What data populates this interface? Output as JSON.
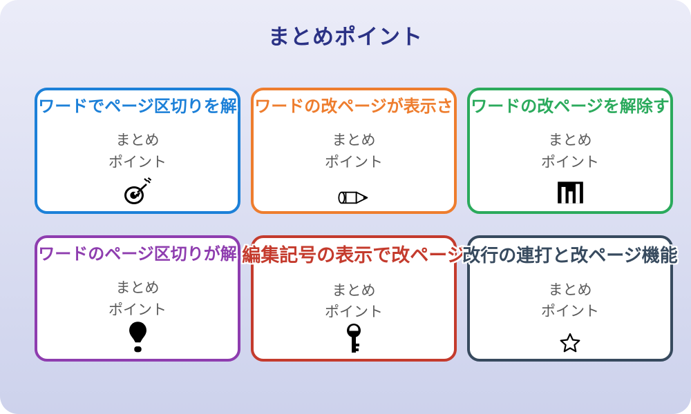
{
  "page": {
    "title": "まとめポイント",
    "title_color": "#2b3285",
    "background_top": "#ebecf8",
    "background_bottom": "#cdd2ec",
    "card_background": "#ffffff"
  },
  "card_subtitle": {
    "line1": "まとめ",
    "line2": "ポイント",
    "color": "#5a5a5a"
  },
  "cards": [
    {
      "title": "ワードでページ区切りを解",
      "icon": "dart-target-icon",
      "color": "#1c80d8"
    },
    {
      "title": "ワードの改ページが表示さ",
      "icon": "pencil-icon",
      "color": "#ee7d2e"
    },
    {
      "title": "ワードの改ページを解除す",
      "icon": "bar-chart-icon",
      "color": "#2baa5c"
    },
    {
      "title": "ワードのページ区切りが解",
      "icon": "lightbulb-icon",
      "color": "#8e3daf"
    },
    {
      "title": "編集記号の表示で改ページ",
      "icon": "key-icon",
      "color": "#c43b2d"
    },
    {
      "title": "改行の連打と改ページ機能",
      "icon": "star-icon",
      "color": "#374a5e"
    }
  ]
}
